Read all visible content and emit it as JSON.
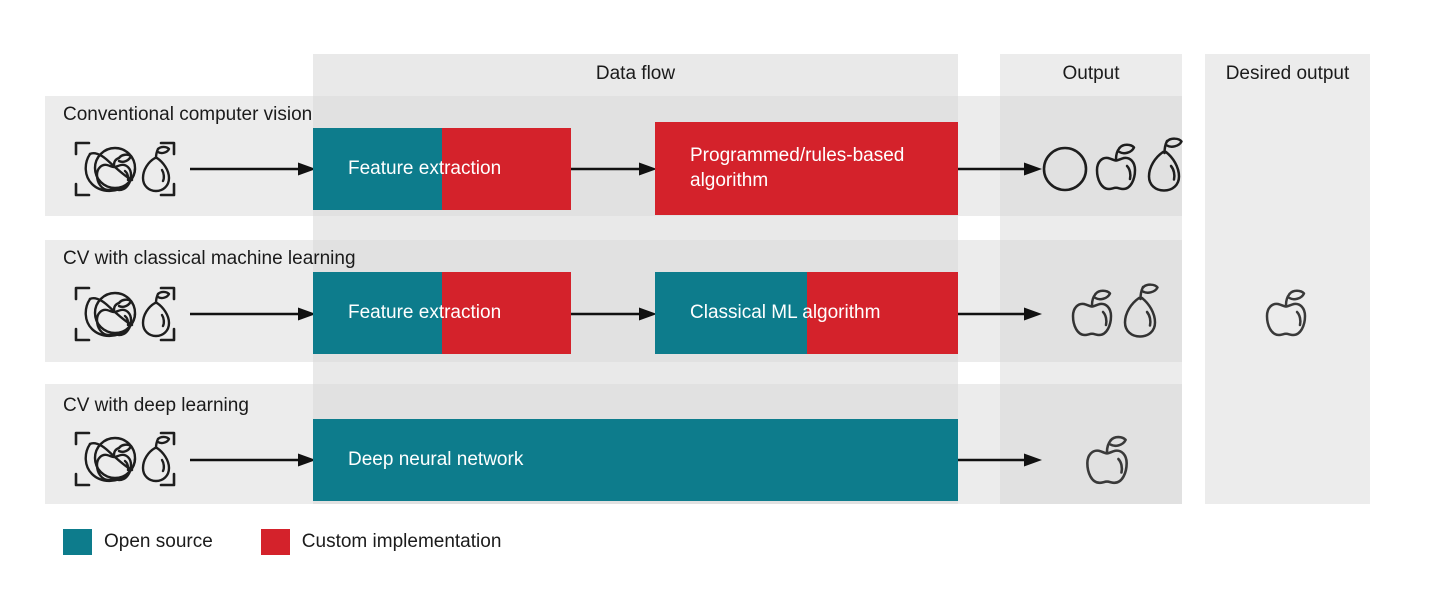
{
  "columns": {
    "data_flow": "Data flow",
    "output": "Output",
    "desired_output": "Desired output"
  },
  "rows": [
    {
      "label": "Conventional computer vision",
      "input_icon": "fruit-bounding-box-icon",
      "stages": [
        {
          "name": "Feature extraction",
          "fills": [
            "open-source",
            "custom"
          ],
          "split": 50
        },
        {
          "name": "Programmed/rules-based algorithm",
          "fills": [
            "custom"
          ],
          "split": 0
        }
      ],
      "output_icons": [
        "orange-icon",
        "apple-icon",
        "pear-icon"
      ],
      "desired_icons": []
    },
    {
      "label": "CV with classical machine learning",
      "input_icon": "fruit-bounding-box-icon",
      "stages": [
        {
          "name": "Feature extraction",
          "fills": [
            "open-source",
            "custom"
          ],
          "split": 50
        },
        {
          "name": "Classical ML algorithm",
          "fills": [
            "open-source",
            "custom"
          ],
          "split": 50
        }
      ],
      "output_icons": [
        "apple-icon",
        "pear-icon"
      ],
      "desired_icons": [
        "apple-icon"
      ]
    },
    {
      "label": "CV with deep learning",
      "input_icon": "fruit-bounding-box-icon",
      "stages": [
        {
          "name": "Deep neural network",
          "fills": [
            "open-source"
          ],
          "split": 100
        }
      ],
      "output_icons": [
        "apple-icon"
      ],
      "desired_icons": []
    }
  ],
  "legend": [
    {
      "label": "Open source",
      "color": "#0d7c8c",
      "key": "open-source"
    },
    {
      "label": "Custom implementation",
      "color": "#d4222b",
      "key": "custom"
    }
  ],
  "colors": {
    "open_source": "#0d7c8c",
    "custom": "#d4222b",
    "band": "#ececec",
    "band_dark": "#e1e1e1",
    "text": "#1b1b1b",
    "stroke": "#2b2b2b"
  }
}
